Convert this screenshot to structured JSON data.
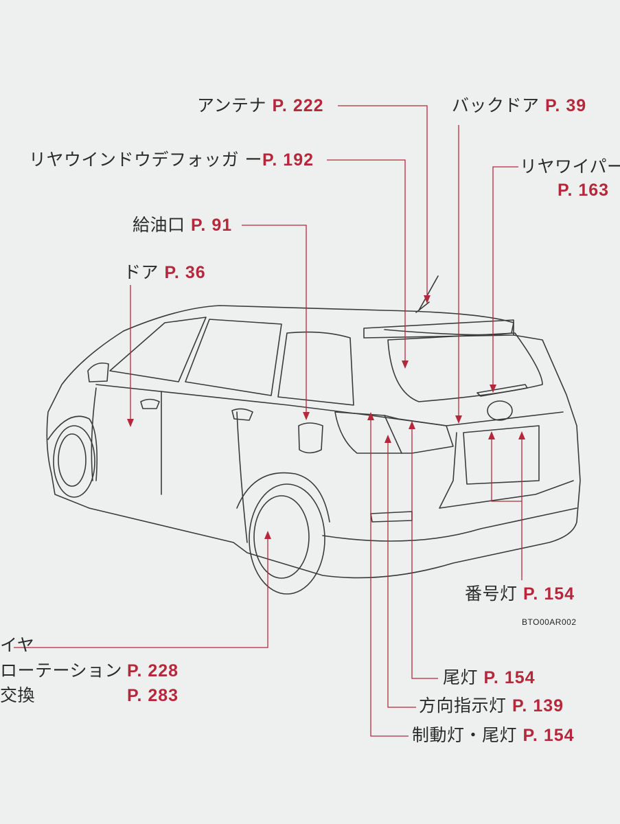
{
  "diagram_code": "BTO00AR002",
  "colors": {
    "accent": "#b5283c",
    "line": "#333333"
  },
  "labels": {
    "antenna": {
      "name": "アンテナ",
      "page": "P. 222"
    },
    "rear_defogger": {
      "name": "リヤウインドウデフォッガ ー",
      "page": "P. 192"
    },
    "fuel_door": {
      "name": "給油口",
      "page": "P. 91"
    },
    "door": {
      "name": "ドア",
      "page": "P. 36"
    },
    "back_door": {
      "name": "バックドア",
      "page": "P. 39"
    },
    "rear_wiper": {
      "name": "リヤワイパー",
      "page": "P. 163"
    },
    "license_light": {
      "name": "番号灯",
      "page": "P. 154"
    },
    "tire": {
      "name": "イヤ"
    },
    "tire_rotation": {
      "name": "ローテーション",
      "page": "P. 228"
    },
    "tire_replace": {
      "name": "交換",
      "page": "P. 283"
    },
    "tail_light": {
      "name": "尾灯",
      "page": "P. 154"
    },
    "turn_signal": {
      "name": "方向指示灯",
      "page": "P. 139"
    },
    "brake_tail_light": {
      "name": "制動灯・尾灯",
      "page": "P. 154"
    }
  }
}
